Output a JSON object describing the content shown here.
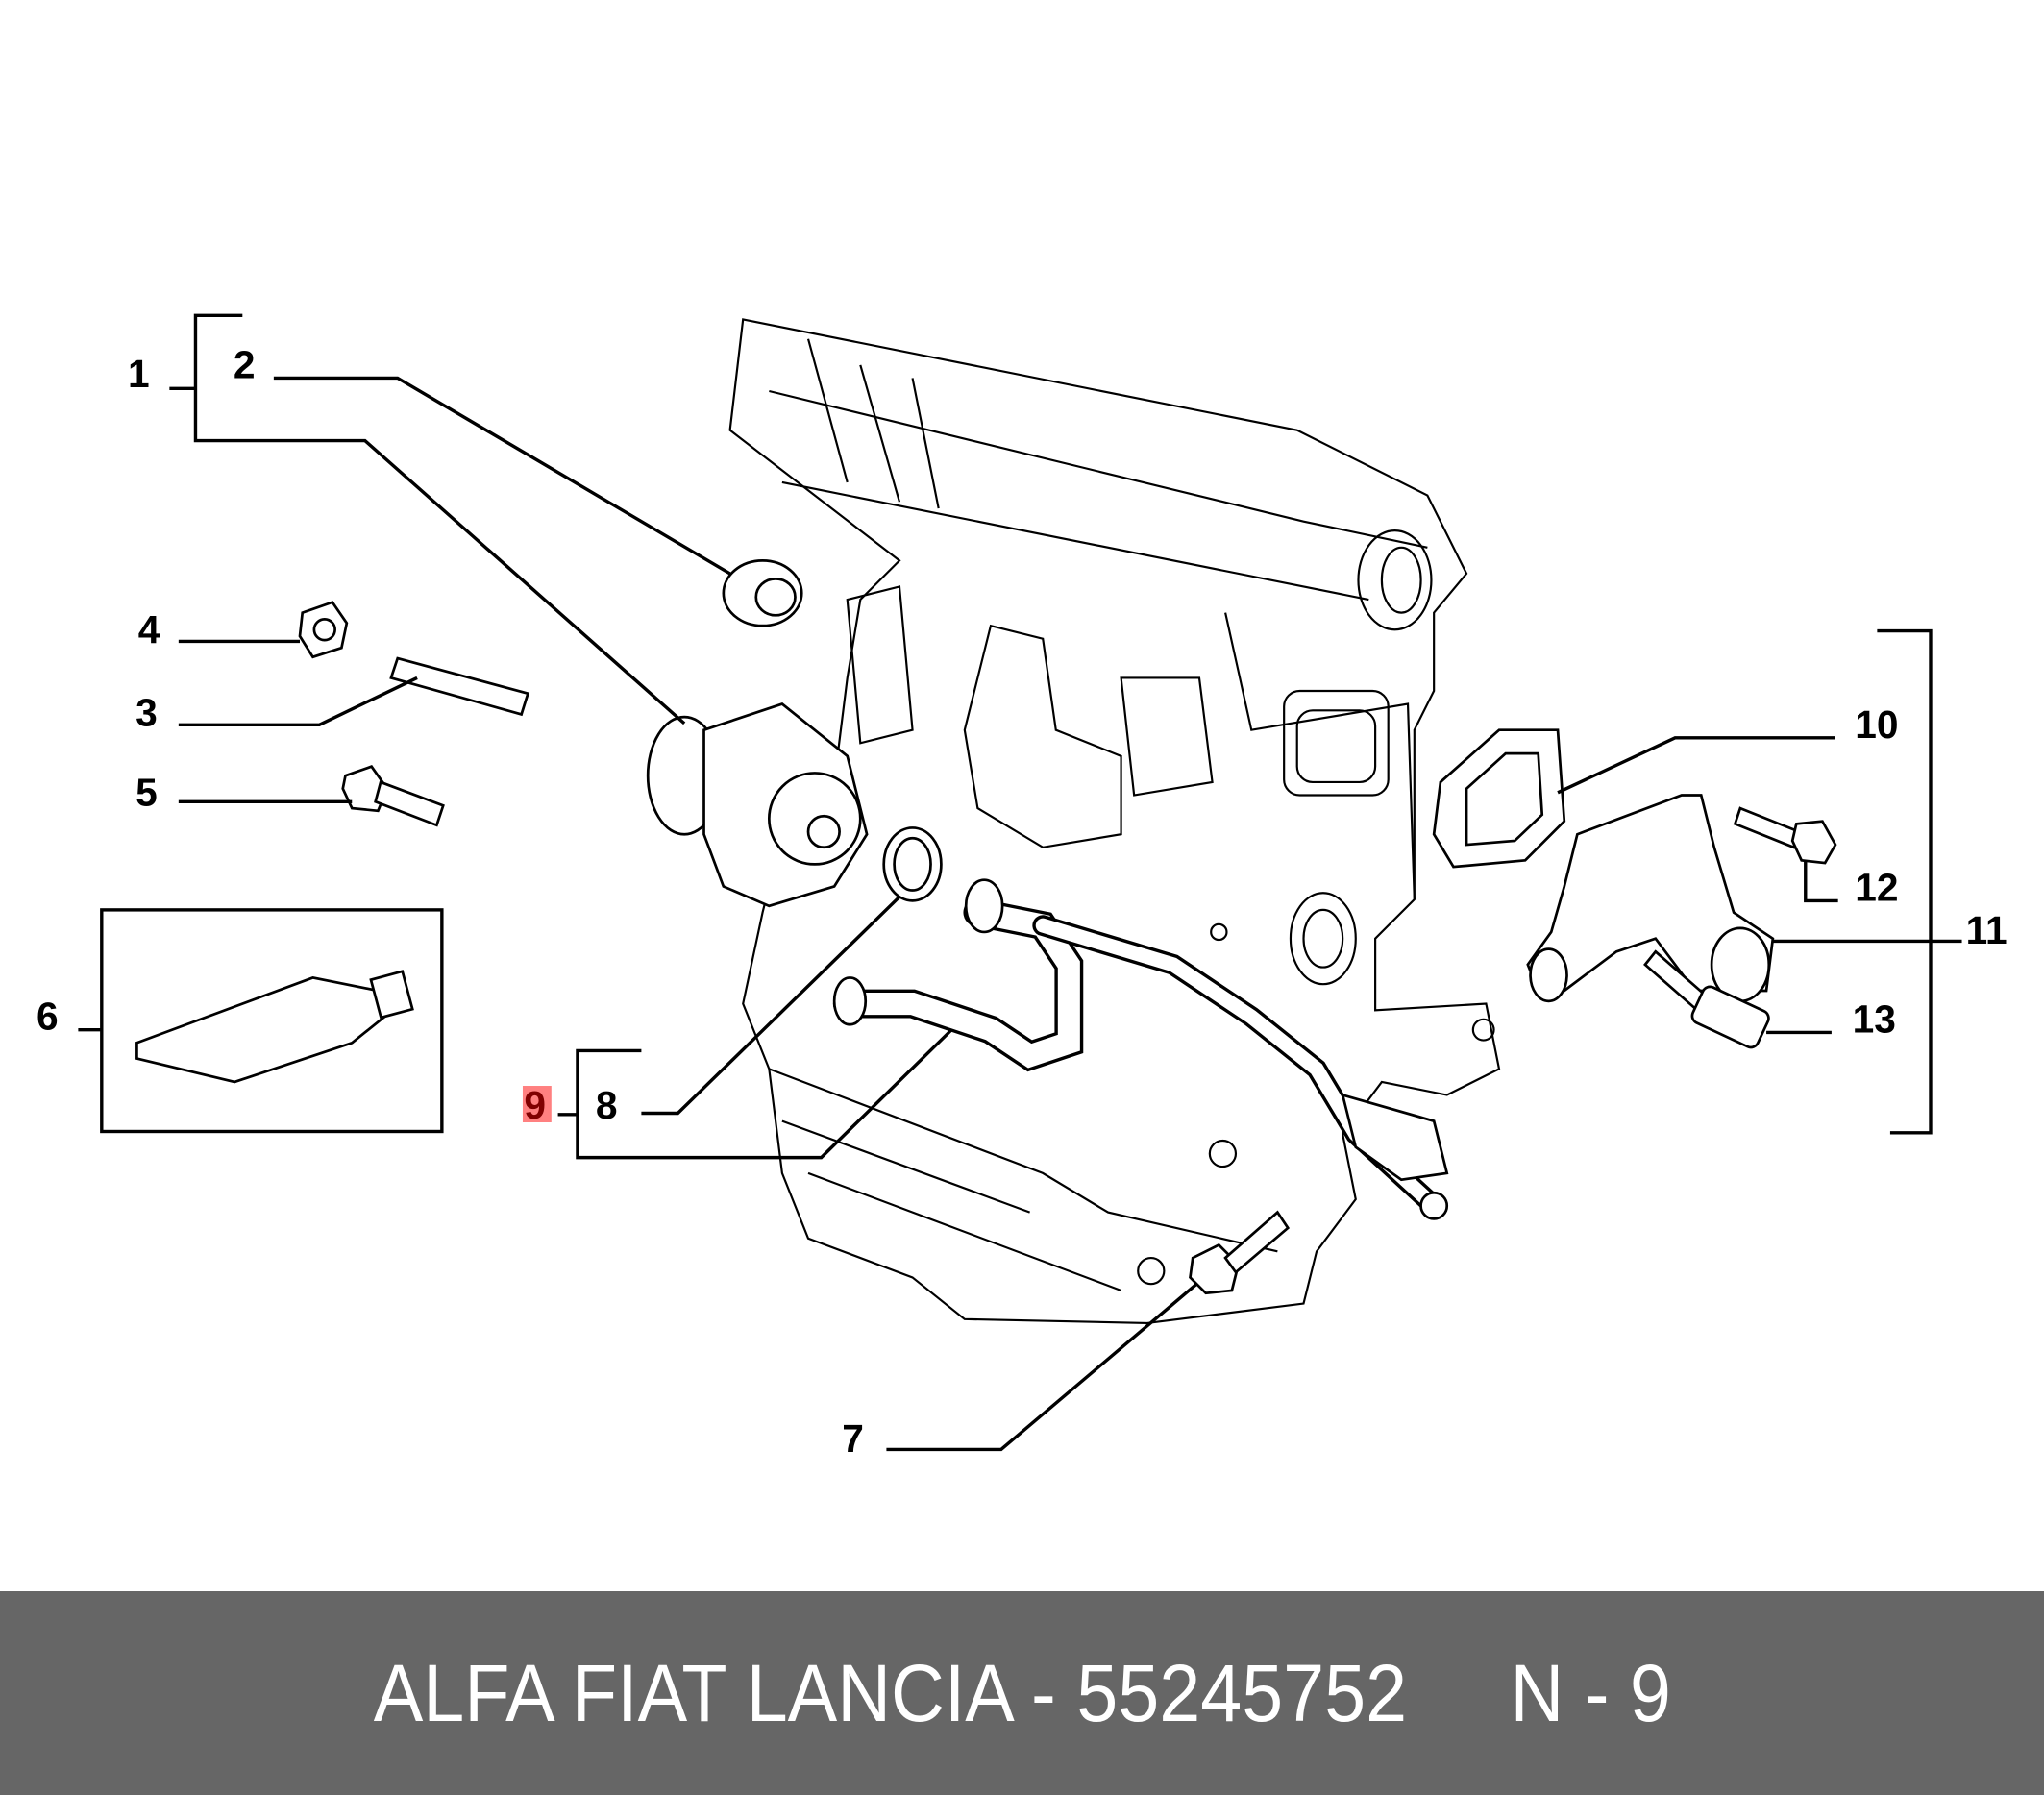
{
  "callouts": [
    "1",
    "2",
    "3",
    "4",
    "5",
    "6",
    "7",
    "8",
    "9",
    "10",
    "11",
    "12",
    "13"
  ],
  "highlighted_callout": "9",
  "highlight_color": "#ff8080",
  "highlight_text_color": "#800000",
  "banner": {
    "text": "ALFA FIAT LANCIA - 55245752     N - 9",
    "background": "#666666"
  }
}
